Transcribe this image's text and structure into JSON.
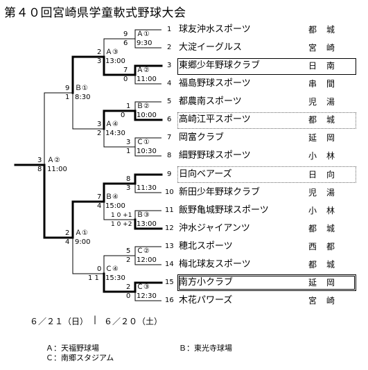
{
  "title": "第４０回宮崎県学童軟式野球大会",
  "teams": [
    {
      "no": "1",
      "name": "球友沖水スポーツ",
      "region": "都城"
    },
    {
      "no": "2",
      "name": "大淀イーグルス",
      "region": "宮崎"
    },
    {
      "no": "3",
      "name": "東郷少年野球クラブ",
      "region": "日南"
    },
    {
      "no": "4",
      "name": "福島野球スポーツ",
      "region": "串間"
    },
    {
      "no": "5",
      "name": "都農南スポーツ",
      "region": "児湯"
    },
    {
      "no": "6",
      "name": "高崎江平スポーツ",
      "region": "都城"
    },
    {
      "no": "7",
      "name": "岡富クラブ",
      "region": "延岡"
    },
    {
      "no": "8",
      "name": "細野野球スポーツ",
      "region": "小林"
    },
    {
      "no": "9",
      "name": "日向ベアーズ",
      "region": "日向"
    },
    {
      "no": "10",
      "name": "新田少年野球クラブ",
      "region": "児湯"
    },
    {
      "no": "11",
      "name": "飯野亀城野球スポーツ",
      "region": "小林"
    },
    {
      "no": "12",
      "name": "沖水ジャイアンツ",
      "region": "都城"
    },
    {
      "no": "13",
      "name": "穂北スポーツ",
      "region": "西都"
    },
    {
      "no": "14",
      "name": "梅北球友スポーツ",
      "region": "都城"
    },
    {
      "no": "15",
      "name": "南方小クラブ",
      "region": "延岡"
    },
    {
      "no": "16",
      "name": "木花パワーズ",
      "region": "宮崎"
    }
  ],
  "r1": [
    {
      "game": "Ａ①",
      "time": "9:30",
      "s1": "9",
      "s2": "6"
    },
    {
      "game": "Ａ②",
      "time": "11:00",
      "s1": "7",
      "s2": "0"
    },
    {
      "game": "Ｂ②",
      "time": "10:00",
      "s1": "1",
      "s2": "0"
    },
    {
      "game": "Ｃ①",
      "time": "10:30",
      "s1": "3",
      "s2": "1"
    },
    {
      "game": "",
      "time": "11:30",
      "s1": "8",
      "s2": "3"
    },
    {
      "game": "Ｂ③",
      "time": "13:00",
      "s1": "1 0 +1",
      "s2": "1 0 +2"
    },
    {
      "game": "Ｃ②",
      "time": "12:00",
      "s1": "5",
      "s2": "2"
    },
    {
      "game": "Ｃ③",
      "time": "12:30",
      "s1": "2",
      "s2": "0"
    }
  ],
  "r2": [
    {
      "game": "Ａ③",
      "time": "13:00",
      "s1": "2",
      "s2": "3"
    },
    {
      "game": "Ａ④",
      "time": "14:30",
      "s1": "3",
      "s2": "2"
    },
    {
      "game": "Ｂ④",
      "time": "15:00",
      "s1": "7",
      "s2": "4"
    },
    {
      "game": "Ｃ④",
      "time": "15:30",
      "s1": "0",
      "s2": "1 1"
    }
  ],
  "r3": [
    {
      "game": "Ｂ①",
      "time": "8:30",
      "s1": "9",
      "s2": "1"
    },
    {
      "game": "Ａ①",
      "time": "9:00",
      "s1": "2",
      "s2": "4"
    }
  ],
  "final": {
    "game": "Ａ②",
    "time": "11:00",
    "s1": "3",
    "s2": "8"
  },
  "dates": {
    "left": "６／２１（日）",
    "right": "６／２０（土）"
  },
  "venues": {
    "a": "Ａ：天福野球場",
    "b": "Ｂ：東光寺球場",
    "c": "Ｃ：南郷スタジアム"
  }
}
